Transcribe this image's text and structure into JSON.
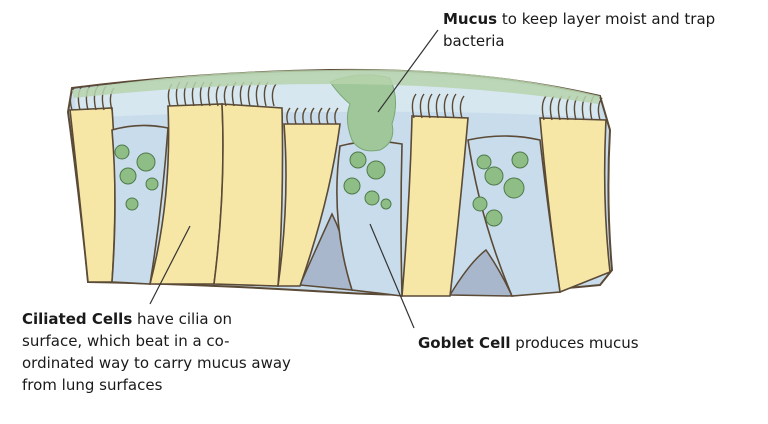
{
  "labels": {
    "mucus": {
      "bold": "Mucus",
      "text": " to keep layer moist and trap bacteria"
    },
    "ciliated": {
      "bold": "Ciliated Cells",
      "text": " have cilia on surface, which beat in a co-ordinated way to carry mucus away from lung surfaces"
    },
    "goblet": {
      "bold": "Goblet Cell",
      "text": " produces mucus"
    }
  },
  "colors": {
    "ciliated_cell": "#f6e7a6",
    "goblet_cell": "#c9dceb",
    "basal_cell": "#a9b7cd",
    "mucus": "#9fc79a",
    "granule": "#6ea86b",
    "outline": "#5a4a36"
  }
}
